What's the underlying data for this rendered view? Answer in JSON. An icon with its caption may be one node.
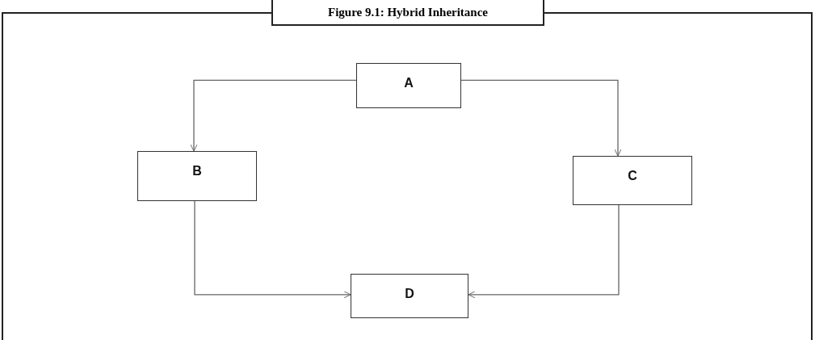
{
  "diagram": {
    "title": "Figure 9.1: Hybrid Inheritance",
    "nodes": [
      {
        "text": [
          "A"
        ]
      },
      {
        "text": [
          "B"
        ]
      },
      {
        "text": [
          "C"
        ]
      },
      {
        "text": [
          "D"
        ]
      }
    ],
    "edges": [
      {
        "from": 0,
        "to": 1,
        "arrow": "to"
      },
      {
        "from": 0,
        "to": 2,
        "arrow": "to"
      },
      {
        "from": 1,
        "to": 3,
        "arrow": "to"
      },
      {
        "from": 2,
        "to": 3,
        "arrow": "to"
      }
    ]
  }
}
